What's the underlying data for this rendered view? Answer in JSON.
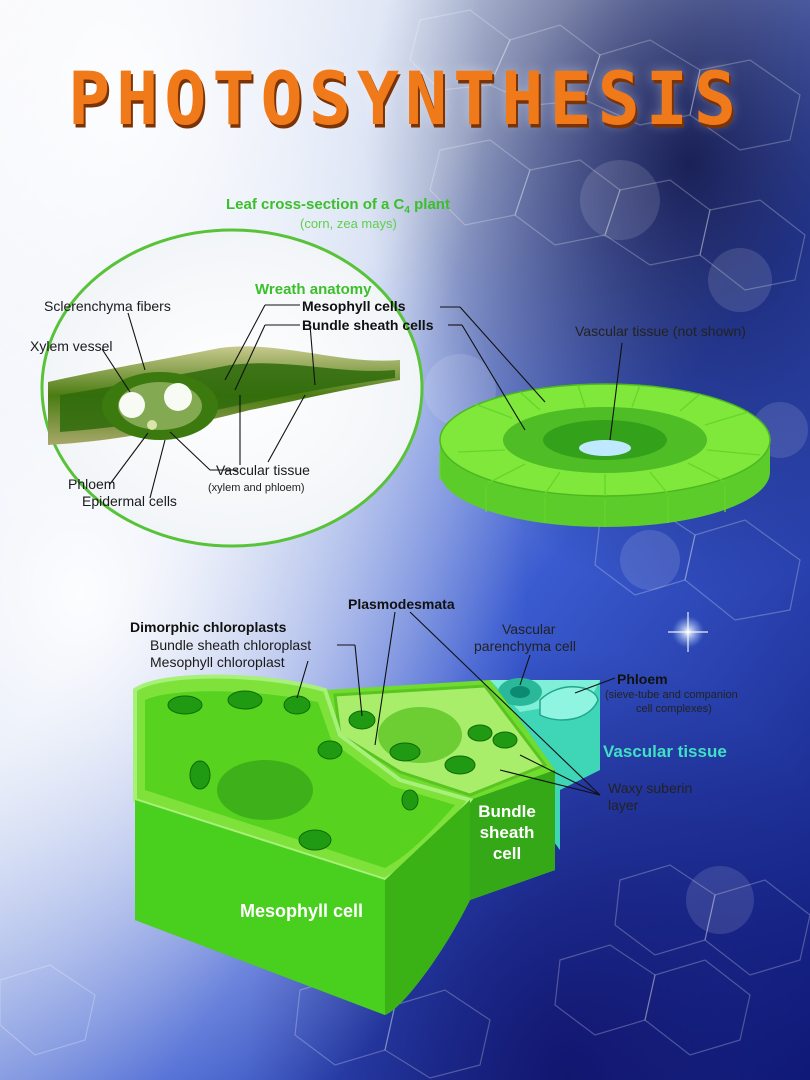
{
  "title": "PHOTOSYNTHESIS",
  "leaf_section": {
    "heading": "Leaf cross-section of a C",
    "heading_sub": "4",
    "heading_tail": " plant",
    "heading2": "(corn, zea mays)",
    "wreath": "Wreath anatomy",
    "labels": {
      "sclerenchyma": "Sclerenchyma fibers",
      "xylem": "Xylem vessel",
      "phloem": "Phloem",
      "epidermal": "Epidermal cells",
      "mesophyll": "Mesophyll cells",
      "bundle_sheath": "Bundle sheath cells",
      "vascular": "Vascular tissue",
      "vascular_sub": "(xylem and phloem)",
      "vascular_not_shown": "Vascular tissue (not shown)"
    }
  },
  "cell_section": {
    "dimorphic": "Dimorphic chloroplasts",
    "bs_chloroplast": "Bundle sheath chloroplast",
    "meso_chloroplast": "Mesophyll chloroplast",
    "plasmodesmata": "Plasmodesmata",
    "vascular_parenchyma_1": "Vascular",
    "vascular_parenchyma_2": "parenchyma cell",
    "phloem": "Phloem",
    "phloem_sub_1": "(sieve-tube and companion",
    "phloem_sub_2": "cell complexes)",
    "vascular_tissue": "Vascular tissue",
    "waxy_1": "Waxy suberin",
    "waxy_2": "layer",
    "bundle_1": "Bundle",
    "bundle_2": "sheath",
    "bundle_3": "cell",
    "mesophyll_cell": "Mesophyll cell"
  },
  "colors": {
    "title": "#f07a1a",
    "accent_green": "#3bbf2a",
    "teal": "#3fe0c4",
    "cell_green": "#46d61e"
  }
}
